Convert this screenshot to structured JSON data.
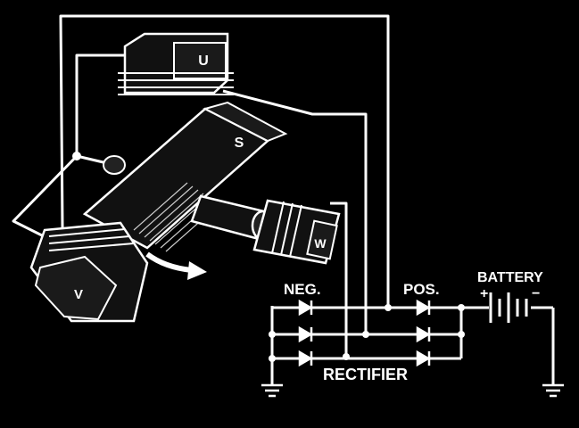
{
  "diagram": {
    "colors": {
      "background": "#000000",
      "line": "#ffffff",
      "body": "#111111",
      "face": "#1a1a1a"
    },
    "coils": {
      "u": "U",
      "v": "V",
      "w": "W"
    },
    "rotor_label": "S",
    "labels": {
      "neg": "NEG.",
      "pos": "POS.",
      "battery": "BATTERY",
      "plus": "+",
      "minus": "−",
      "rectifier": "RECTIFIER"
    }
  }
}
